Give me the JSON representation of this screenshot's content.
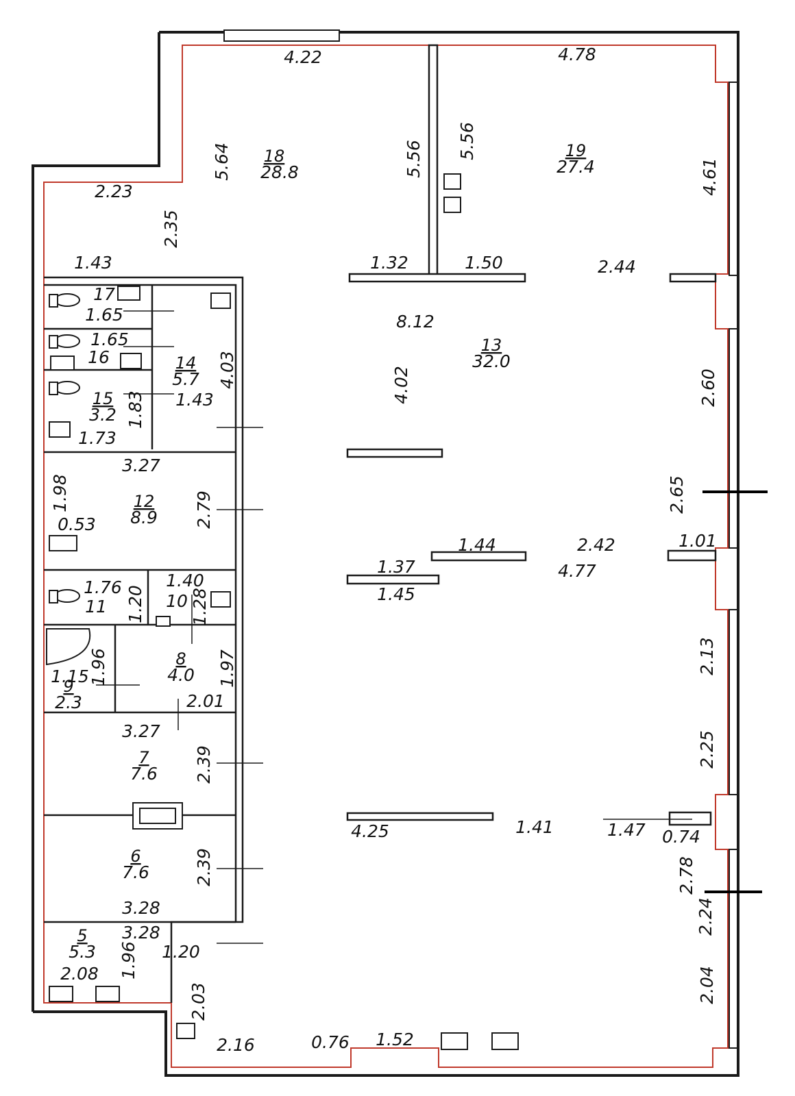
{
  "rooms": {
    "r18": {
      "number": "18",
      "area": "28.8"
    },
    "r19": {
      "number": "19",
      "area": "27.4"
    },
    "r13": {
      "number": "13",
      "area": "32.0"
    },
    "r17": {
      "number": "17"
    },
    "r16": {
      "number": "16"
    },
    "r14": {
      "number": "14",
      "area": "5.7"
    },
    "r15": {
      "number": "15",
      "area": "3.2"
    },
    "r12": {
      "number": "12",
      "area": "8.9"
    },
    "r11": {
      "number": "11"
    },
    "r10": {
      "number": "10"
    },
    "r9": {
      "number": "9",
      "area": "2.3"
    },
    "r8": {
      "number": "8",
      "area": "4.0"
    },
    "r7": {
      "number": "7",
      "area": "7.6"
    },
    "r6": {
      "number": "6",
      "area": "7.6"
    },
    "r5": {
      "number": "5",
      "area": "5.3"
    }
  },
  "dims": {
    "d_422": "4.22",
    "d_478": "4.78",
    "d_564": "5.64",
    "d_556a": "5.56",
    "d_556b": "5.56",
    "d_461": "4.61",
    "d_223": "2.23",
    "d_235": "2.35",
    "d_143a": "1.43",
    "d_132": "1.32",
    "d_150": "1.50",
    "d_244": "2.44",
    "d_165a": "1.65",
    "d_165b": "1.65",
    "d_812": "8.12",
    "d_402": "4.02",
    "d_403": "4.03",
    "d_260": "2.60",
    "d_183": "1.83",
    "d_143b": "1.43",
    "d_173": "1.73",
    "d_327a": "3.27",
    "d_198": "1.98",
    "d_279": "2.79",
    "d_265": "2.65",
    "d_053": "0.53",
    "d_144": "1.44",
    "d_242": "2.42",
    "d_101": "1.01",
    "d_137": "1.37",
    "d_477": "4.77",
    "d_145": "1.45",
    "d_176": "1.76",
    "d_140": "1.40",
    "d_120a": "1.20",
    "d_128": "1.28",
    "d_213": "2.13",
    "d_196a": "1.96",
    "d_197": "1.97",
    "d_115": "1.15",
    "d_201": "2.01",
    "d_327b": "3.27",
    "d_225": "2.25",
    "d_239a": "2.39",
    "d_425": "4.25",
    "d_141": "1.41",
    "d_147": "1.47",
    "d_074": "0.74",
    "d_239b": "2.39",
    "d_278": "2.78",
    "d_328a": "3.28",
    "d_224": "2.24",
    "d_328b": "3.28",
    "d_196b": "1.96",
    "d_120b": "1.20",
    "d_208": "2.08",
    "d_204": "2.04",
    "d_203": "2.03",
    "d_216": "2.16",
    "d_076": "0.76",
    "d_152": "1.52"
  }
}
